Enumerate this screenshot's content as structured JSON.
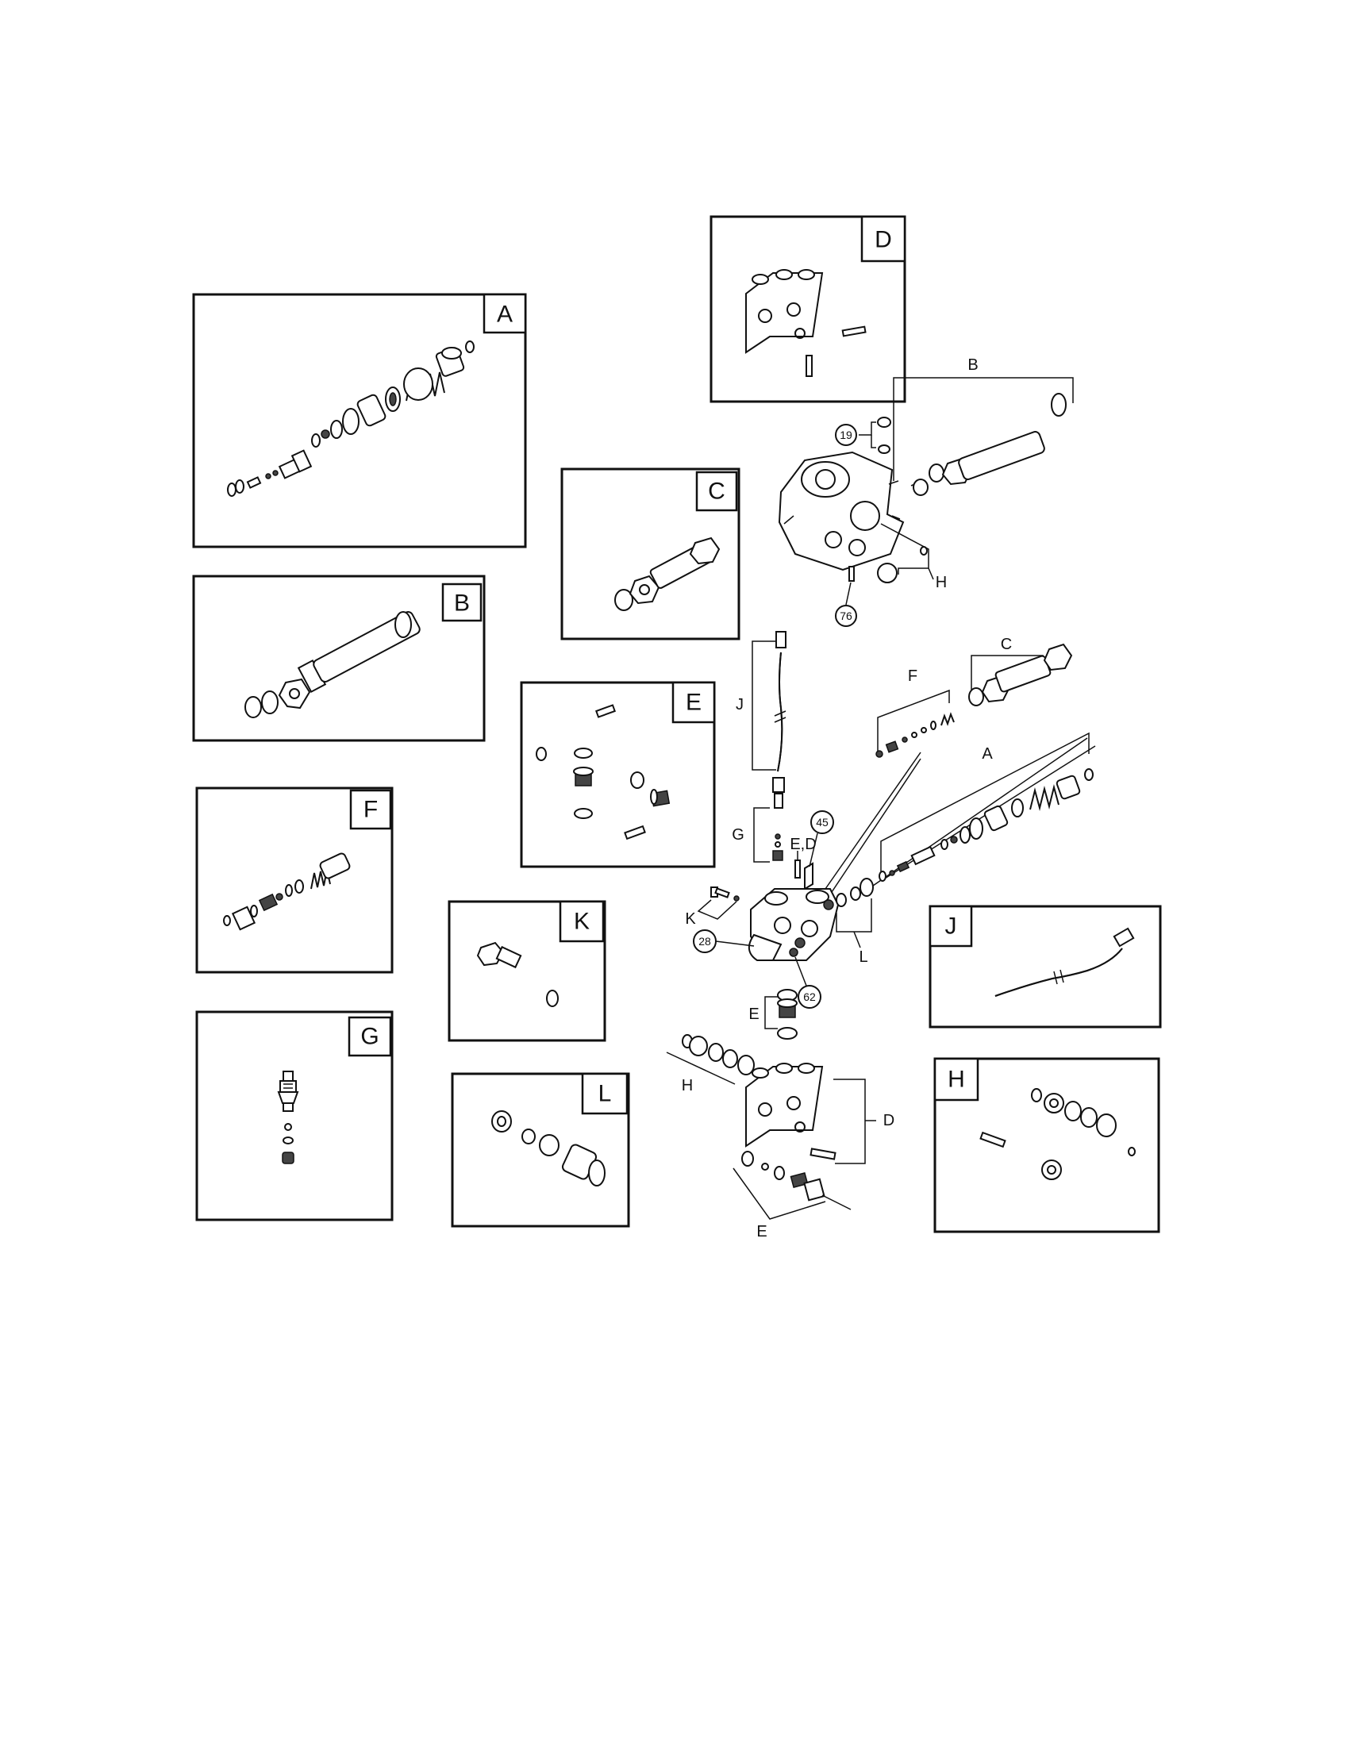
{
  "kits": {
    "A": "A",
    "B": "B",
    "C": "C",
    "D": "D",
    "E": "E",
    "F": "F",
    "G": "G",
    "H": "H",
    "J": "J",
    "K": "K",
    "L": "L"
  },
  "labels": {
    "A": "A",
    "B": "B",
    "C": "C",
    "D": "D",
    "E": "E",
    "ED": "E,D",
    "F": "F",
    "G": "G",
    "H": "H",
    "J": "J",
    "K": "K",
    "L": "L"
  },
  "parts": {
    "p19": "19",
    "p76": "76",
    "p45": "45",
    "p28": "28",
    "p62": "62"
  }
}
